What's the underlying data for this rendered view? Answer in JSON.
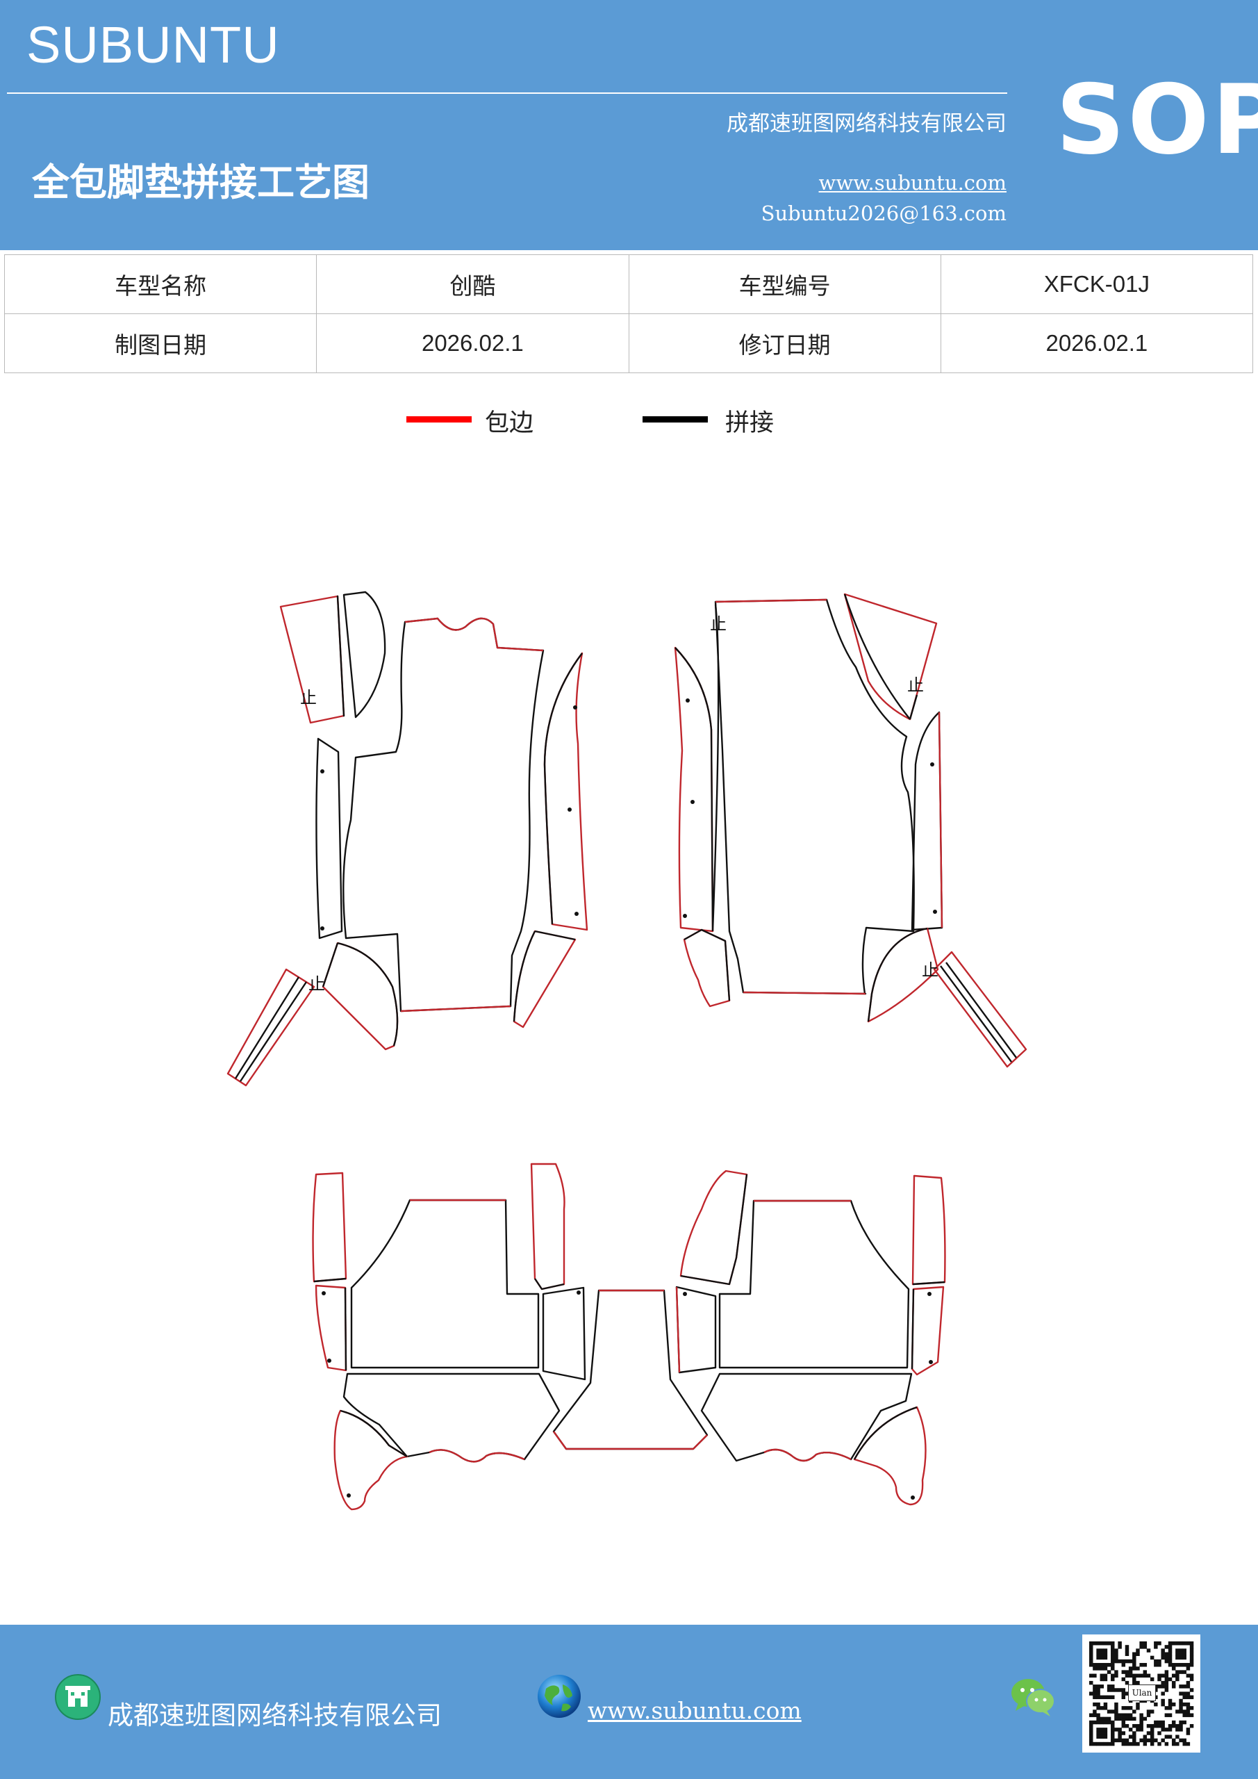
{
  "header": {
    "brand": "SUBUNTU",
    "company": "成都速班图网络科技有限公司",
    "title": "全包脚垫拼接工艺图",
    "website": "www.subuntu.com",
    "email": "Subuntu2026@163.com",
    "badge": "SOP"
  },
  "info_table": {
    "rows": [
      [
        "车型名称",
        "创酷",
        "车型编号",
        "XFCK-01J"
      ],
      [
        "制图日期",
        "2026.02.1",
        "修订日期",
        "2026.02.1"
      ]
    ]
  },
  "legend": {
    "items": [
      {
        "label": "包边",
        "color": "#ff0000"
      },
      {
        "label": "拼接",
        "color": "#000000"
      }
    ]
  },
  "diagram": {
    "marker": "止",
    "colors": {
      "edge": "#c0272d",
      "seam": "#111111"
    }
  },
  "footer": {
    "company": "成都速班图网络科技有限公司",
    "website": "www.subuntu.com",
    "qr_text": "Ulan"
  },
  "icons": [
    "building-icon",
    "globe-icon",
    "wechat-icon",
    "qr-code-icon"
  ]
}
